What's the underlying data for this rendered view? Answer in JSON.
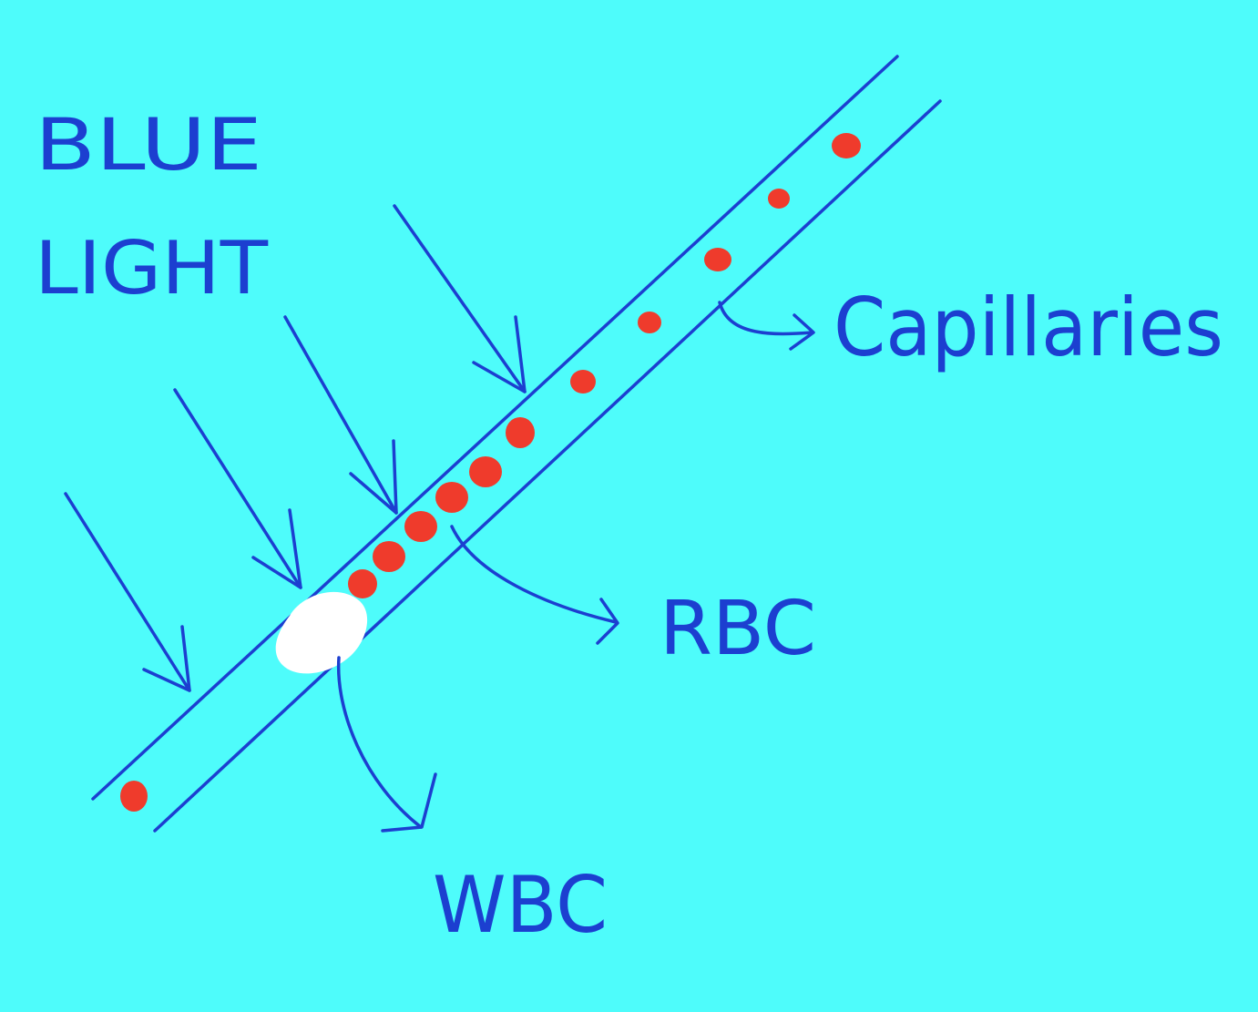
{
  "colors": {
    "background": "#4efcfb",
    "ink": "#1c3fd0",
    "rbc": "#ef3b2c",
    "wbc": "#ffffff"
  },
  "labels": {
    "blue": "BLUE",
    "light": "LIGHT",
    "capillaries": "Capillaries",
    "rbc": "RBC",
    "wbc": "WBC"
  },
  "elements": {
    "light_rays": 4,
    "red_blood_cells": 12,
    "white_blood_cells": 1
  }
}
